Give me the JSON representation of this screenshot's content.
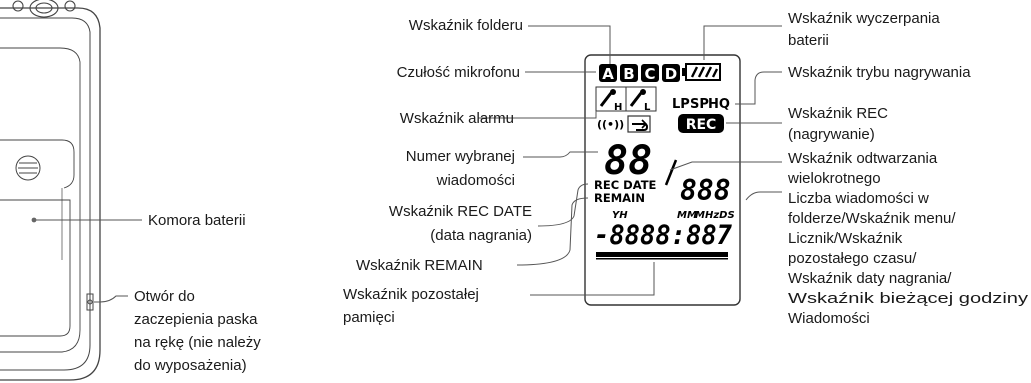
{
  "left_labels": {
    "folder": "Wskaźnik folderu",
    "mic": "Czułość mikrofonu",
    "alarm": "Wskaźnik alarmu",
    "msg_num_1": "Numer wybranej",
    "msg_num_2": "wiadomości",
    "recdate_1": "Wskaźnik REC DATE",
    "recdate_2": "(data nagrania)",
    "remain": "Wskaźnik REMAIN",
    "memory_1": "Wskaźnik pozostałej",
    "memory_2": "pamięci"
  },
  "right_labels": {
    "battery_1": "Wskaźnik wyczerpania",
    "battery_2": "baterii",
    "recmode": "Wskaźnik trybu nagrywania",
    "rec_1": "Wskaźnik REC",
    "rec_2": "(nagrywanie)",
    "multi_1": "Wskaźnik odtwarzania",
    "multi_2": "wielokrotnego",
    "count_1": "Liczba wiadomości w",
    "count_2": "folderze/Wskaźnik menu/",
    "count_3": "Licznik/Wskaźnik",
    "count_4": "pozostałego czasu/",
    "count_5": "Wskaźnik daty nagrania/",
    "count_6": "Wskaźnik bieżącej godziny",
    "count_7": "Wiadomości"
  },
  "device_labels": {
    "battery_compartment": "Komora baterii",
    "strap_1": "Otwór do",
    "strap_2": "zaczepienia paska",
    "strap_3": "na rękę (nie należy",
    "strap_4": "do wyposażenia)"
  },
  "lcd": {
    "folder_letters": [
      "A",
      "B",
      "C",
      "D"
    ],
    "mic_h": "H",
    "mic_l": "L",
    "modes": [
      "LP",
      "SP",
      "HQ"
    ],
    "rec": "REC",
    "alarm_symbol": "((•))",
    "msg_digits": "88",
    "small_digits": "888",
    "rec_date": "REC DATE",
    "remain": "REMAIN",
    "yh": "YH",
    "mm": "MM",
    "mhz": "MHzDS",
    "big_digits": "-8888:887"
  }
}
